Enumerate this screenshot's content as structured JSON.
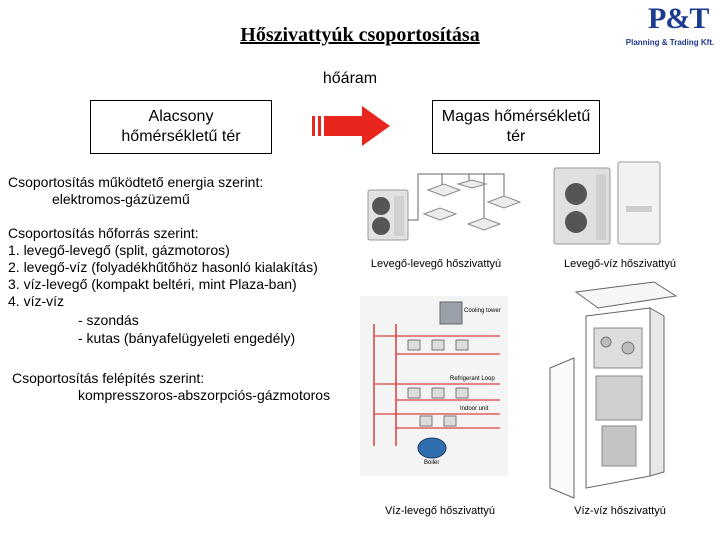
{
  "title": "Hőszivattyúk csoportosítása",
  "logo": {
    "mark": "P&T",
    "text": "Planning & Trading Kft."
  },
  "flow": {
    "label": "hőáram",
    "low_box": [
      "Alacsony",
      "hőmérsékletű tér"
    ],
    "high_box": [
      "Magas hőmérsékletű",
      "tér"
    ]
  },
  "energy": {
    "heading": "Csoportosítás működtető energia szerint:",
    "value": "elektromos-gázüzemű"
  },
  "source": {
    "heading": "Csoportosítás hőforrás szerint:",
    "items": [
      "1. levegő-levegő (split, gázmotoros)",
      "2. levegő-víz (folyadékhűtőhöz hasonló kialakítás)",
      "3. víz-levegő (kompakt beltéri, mint Plaza-ban)",
      "4. víz-víz"
    ],
    "subitems": [
      "- szondás",
      "- kutas (bányafelügyeleti engedély)"
    ]
  },
  "structure": {
    "heading": "Csoportosítás felépítés szerint:",
    "value": "kompresszoros-abszorpciós-gázmotoros"
  },
  "captions": {
    "air_air": "Levegő-levegő hőszivattyú",
    "air_water": "Levegő-víz hőszivattyú",
    "water_air": "Víz-levegő hőszivattyú",
    "water_water": "Víz-víz hőszivattyú"
  },
  "diagram_labels": {
    "cooling_tower": "Cooling tower",
    "refrigerant_loop": "Refrigerant Loop",
    "boiler": "Boiler",
    "indoor_unit": "Indoor unit"
  },
  "colors": {
    "arrow": "#e8261e",
    "logo": "#1c3a8e",
    "pipe": "#d94040"
  }
}
